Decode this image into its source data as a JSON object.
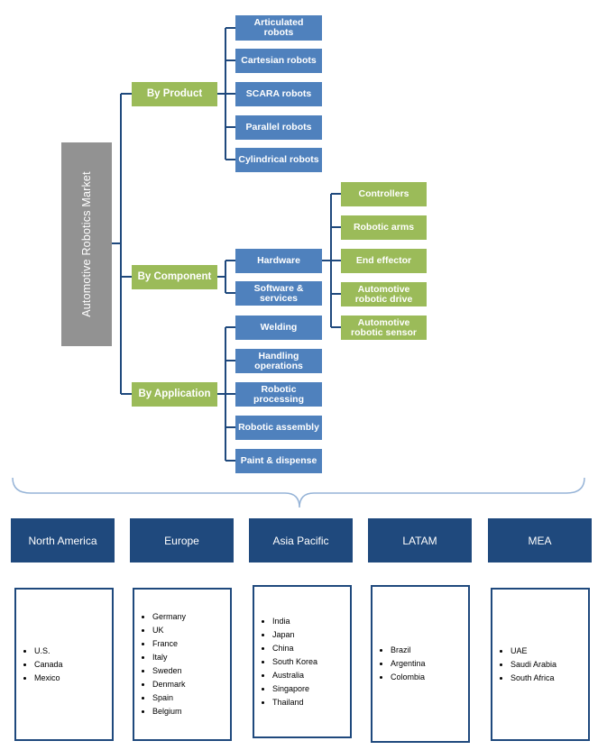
{
  "root": {
    "label": "Automotive Robotics Market"
  },
  "categories": [
    {
      "label": "By Product",
      "children": [
        "Articulated robots",
        "Cartesian robots",
        "SCARA robots",
        "Parallel robots",
        "Cylindrical robots"
      ]
    },
    {
      "label": "By Component",
      "children": [
        "Hardware",
        "Software & services"
      ]
    },
    {
      "label": "By Application",
      "children": [
        "Welding",
        "Handling operations",
        "Robotic processing",
        "Robotic assembly",
        "Paint & dispense"
      ]
    }
  ],
  "hardware_components": [
    "Controllers",
    "Robotic arms",
    "End effector",
    "Automotive robotic drive",
    "Automotive robotic sensor"
  ],
  "regions": [
    {
      "name": "North America",
      "countries": [
        "U.S.",
        "Canada",
        "Mexico"
      ]
    },
    {
      "name": "Europe",
      "countries": [
        "Germany",
        "UK",
        "France",
        "Italy",
        "Sweden",
        "Denmark",
        "Spain",
        "Belgium"
      ]
    },
    {
      "name": "Asia Pacific",
      "countries": [
        "India",
        "Japan",
        "China",
        "South Korea",
        "Australia",
        "Singapore",
        "Thailand"
      ]
    },
    {
      "name": "LATAM",
      "countries": [
        "Brazil",
        "Argentina",
        "Colombia"
      ]
    },
    {
      "name": "MEA",
      "countries": [
        "UAE",
        "Saudi Arabia",
        "South Africa"
      ]
    }
  ],
  "colors": {
    "root": "#929292",
    "category": "#9bbb59",
    "leaf": "#4f81bd",
    "region": "#1f497d",
    "connector": "#1f497d",
    "brace": "#95b3d7"
  }
}
